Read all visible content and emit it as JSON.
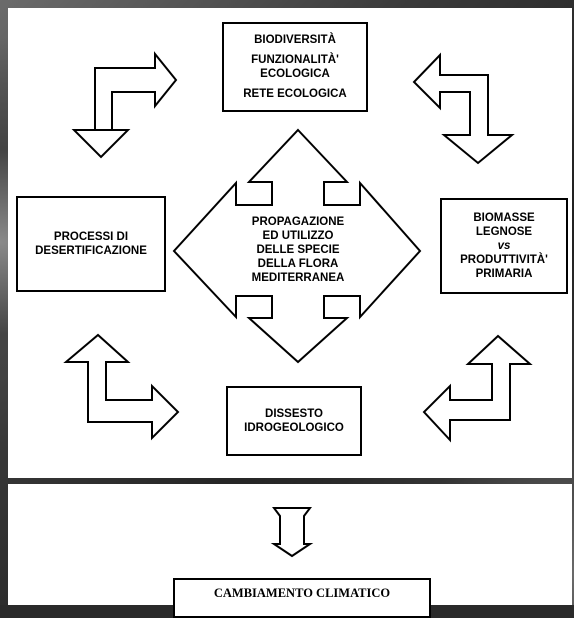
{
  "top_box": {
    "line1": "BIODIVERSITÀ",
    "line2": "FUNZIONALITÀ'",
    "line3": "ECOLOGICA",
    "line4": "RETE ECOLOGICA"
  },
  "center": {
    "line1": "PROPAGAZIONE",
    "line2": "ED UTILIZZO",
    "line3": "DELLE SPECIE",
    "line4": "DELLA FLORA",
    "line5": "MEDITERRANEA"
  },
  "left_box": {
    "line1": "PROCESSI DI",
    "line2": "DESERTIFICAZIONE"
  },
  "right_box": {
    "line1": "BIOMASSE",
    "line2": "LEGNOSE",
    "line3": "vs",
    "line4": "PRODUTTIVITÀ'",
    "line5": "PRIMARIA"
  },
  "bottom_box": {
    "line1": "DISSESTO",
    "line2": "IDROGEOLOGICO"
  },
  "climate_box": {
    "label": "CAMBIAMENTO CLIMATICO"
  },
  "colors": {
    "stroke": "#000000",
    "fill": "#ffffff"
  }
}
